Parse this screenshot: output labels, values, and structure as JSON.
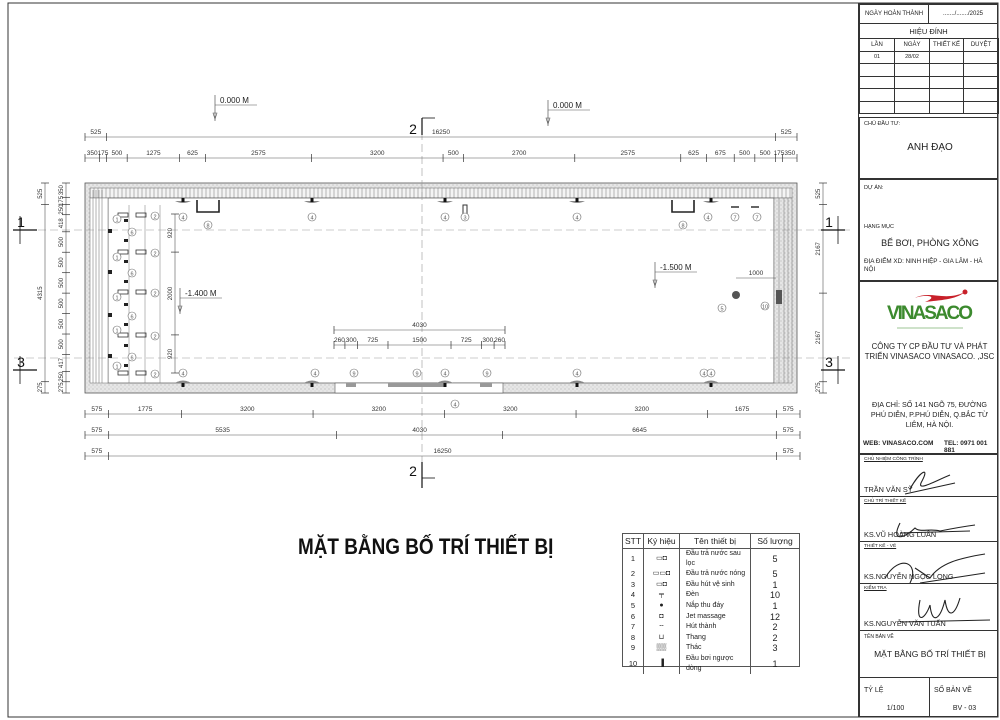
{
  "drawing": {
    "elevations": [
      "0.000 M",
      "0.000 M",
      "-1.400 M",
      "-1.500 M"
    ],
    "section_labels": {
      "s1": "1",
      "s2": "2",
      "s3": "3"
    },
    "dims_top_overall": [
      "525",
      "16250",
      "525"
    ],
    "dims_top_detail": [
      "350",
      "175",
      "500",
      "1275",
      "625",
      "2575",
      "3200",
      "500",
      "2700",
      "2575",
      "625",
      "675",
      "500",
      "500",
      "175",
      "350"
    ],
    "dims_bottom_1": [
      "575",
      "1775",
      "3200",
      "3200",
      "3200",
      "3200",
      "1675",
      "575"
    ],
    "dims_bottom_2": [
      "575",
      "5535",
      "4030",
      "6645",
      "575"
    ],
    "dims_bottom_3": [
      "575",
      "16250",
      "575"
    ],
    "dims_left_overall": [
      "525",
      "4315",
      "275"
    ],
    "dims_left_detail": [
      "350",
      "175",
      "250",
      "418",
      "500",
      "500",
      "500",
      "500",
      "500",
      "500",
      "417",
      "250",
      "275"
    ],
    "dims_right": [
      "525",
      "2167",
      "2167",
      "275"
    ],
    "dims_inner_left": [
      "920",
      "2000",
      "920"
    ],
    "dims_waterfall_overall": [
      "4030"
    ],
    "dims_waterfall_detail": [
      "260",
      "300",
      "725",
      "1500",
      "725",
      "300",
      "260"
    ],
    "dim_drain": "1000",
    "tags": [
      "4",
      "4",
      "4",
      "4",
      "4",
      "8",
      "8",
      "3",
      "7",
      "7",
      "4",
      "9",
      "9",
      "4",
      "9",
      "4",
      "4",
      "4",
      "1",
      "1",
      "1",
      "1",
      "1",
      "2",
      "2",
      "2",
      "2",
      "2",
      "6",
      "6",
      "6",
      "6",
      "5",
      "10",
      "4",
      "4"
    ]
  },
  "main_title": "MẶT BẰNG BỐ TRÍ THIẾT BỊ",
  "legend": {
    "headers": [
      "STT",
      "Ký hiệu",
      "Tên thiết bị",
      "Số lượng"
    ],
    "rows": [
      {
        "stt": "1",
        "icon": "return-inlet-filtered-icon",
        "name": "Đầu trả nước sau lọc",
        "qty": "5"
      },
      {
        "stt": "2",
        "icon": "return-inlet-hot-icon",
        "name": "Đầu trả nước nóng",
        "qty": "5"
      },
      {
        "stt": "3",
        "icon": "vacuum-inlet-icon",
        "name": "Đầu hút vệ sinh",
        "qty": "1"
      },
      {
        "stt": "4",
        "icon": "light-icon",
        "name": "Đèn",
        "qty": "10"
      },
      {
        "stt": "5",
        "icon": "main-drain-icon",
        "name": "Nắp thu đáy",
        "qty": "1"
      },
      {
        "stt": "6",
        "icon": "jet-massage-icon",
        "name": "Jet massage",
        "qty": "12"
      },
      {
        "stt": "7",
        "icon": "skimmer-icon",
        "name": "Hút thành",
        "qty": "2"
      },
      {
        "stt": "8",
        "icon": "ladder-icon",
        "name": "Thang",
        "qty": "2"
      },
      {
        "stt": "9",
        "icon": "waterfall-icon",
        "name": "Thác",
        "qty": "3"
      },
      {
        "stt": "10",
        "icon": "counter-current-icon",
        "name": "Đầu bơi ngược dòng",
        "qty": "1"
      }
    ]
  },
  "title_block": {
    "completion_label": "NGÀY HOÀN THÀNH",
    "completion_value": "......./......./2025",
    "revision_title": "HIỆU ĐÍNH",
    "revision_headers": [
      "LẦN",
      "NGÀY",
      "THIẾT KẾ",
      "DUYỆT"
    ],
    "revision_rows": [
      [
        "01",
        "28/02",
        "",
        ""
      ],
      [
        "",
        "",
        "",
        ""
      ],
      [
        "",
        "",
        "",
        ""
      ],
      [
        "",
        "",
        "",
        ""
      ],
      [
        "",
        "",
        "",
        ""
      ]
    ],
    "owner_label": "CHỦ ĐẦU TƯ:",
    "owner": "ANH ĐẠO",
    "project_label": "DỰ ÁN:",
    "category_label": "HẠNG MỤC",
    "category": "BỂ BƠI, PHÒNG XÔNG",
    "location": "ĐỊA ĐIỂM XD: NINH HIỆP - GIA LÂM - HÀ NỘI",
    "logo_text": "VINASACO",
    "company": "CÔNG TY CP ĐẦU TƯ VÀ PHÁT TRIỂN VINASACO VINASACO. ,JSC",
    "address": "ĐỊA CHỈ: SỐ 141 NGÕ 75, ĐƯỜNG PHÚ DIỄN, P.PHÚ DIỄN, Q.BẮC TỪ LIÊM, HÀ NỘI.",
    "web": "WEB: VINASACO.COM",
    "tel": "TEL: 0971 001 881",
    "roles": [
      {
        "role": "CHỦ NHIỆM CÔNG TRÌNH",
        "person": "TRẦN VĂN SỸ"
      },
      {
        "role": "CHỦ TRÌ THIẾT KẾ",
        "person": "KS.VŨ HOÀNG LUÂN"
      },
      {
        "role": "THIẾT KẾ - VẼ",
        "person": "KS.NGUYỄN NGỌC LONG"
      },
      {
        "role": "KIỂM TRA",
        "person": "KS.NGUYỄN VĂN TUẤN"
      }
    ],
    "sheet_name_label": "TÊN BẢN VẼ",
    "sheet_name": "MẶT BẰNG BỐ TRÍ THIẾT BỊ",
    "scale_label": "TỶ LỆ",
    "scale": "1/100",
    "sheet_no_label": "SỐ BẢN VẼ",
    "sheet_no": "BV - 03"
  },
  "colors": {
    "logo_green": "#3c8a2e",
    "logo_red": "#c8202a",
    "line": "#444444"
  }
}
